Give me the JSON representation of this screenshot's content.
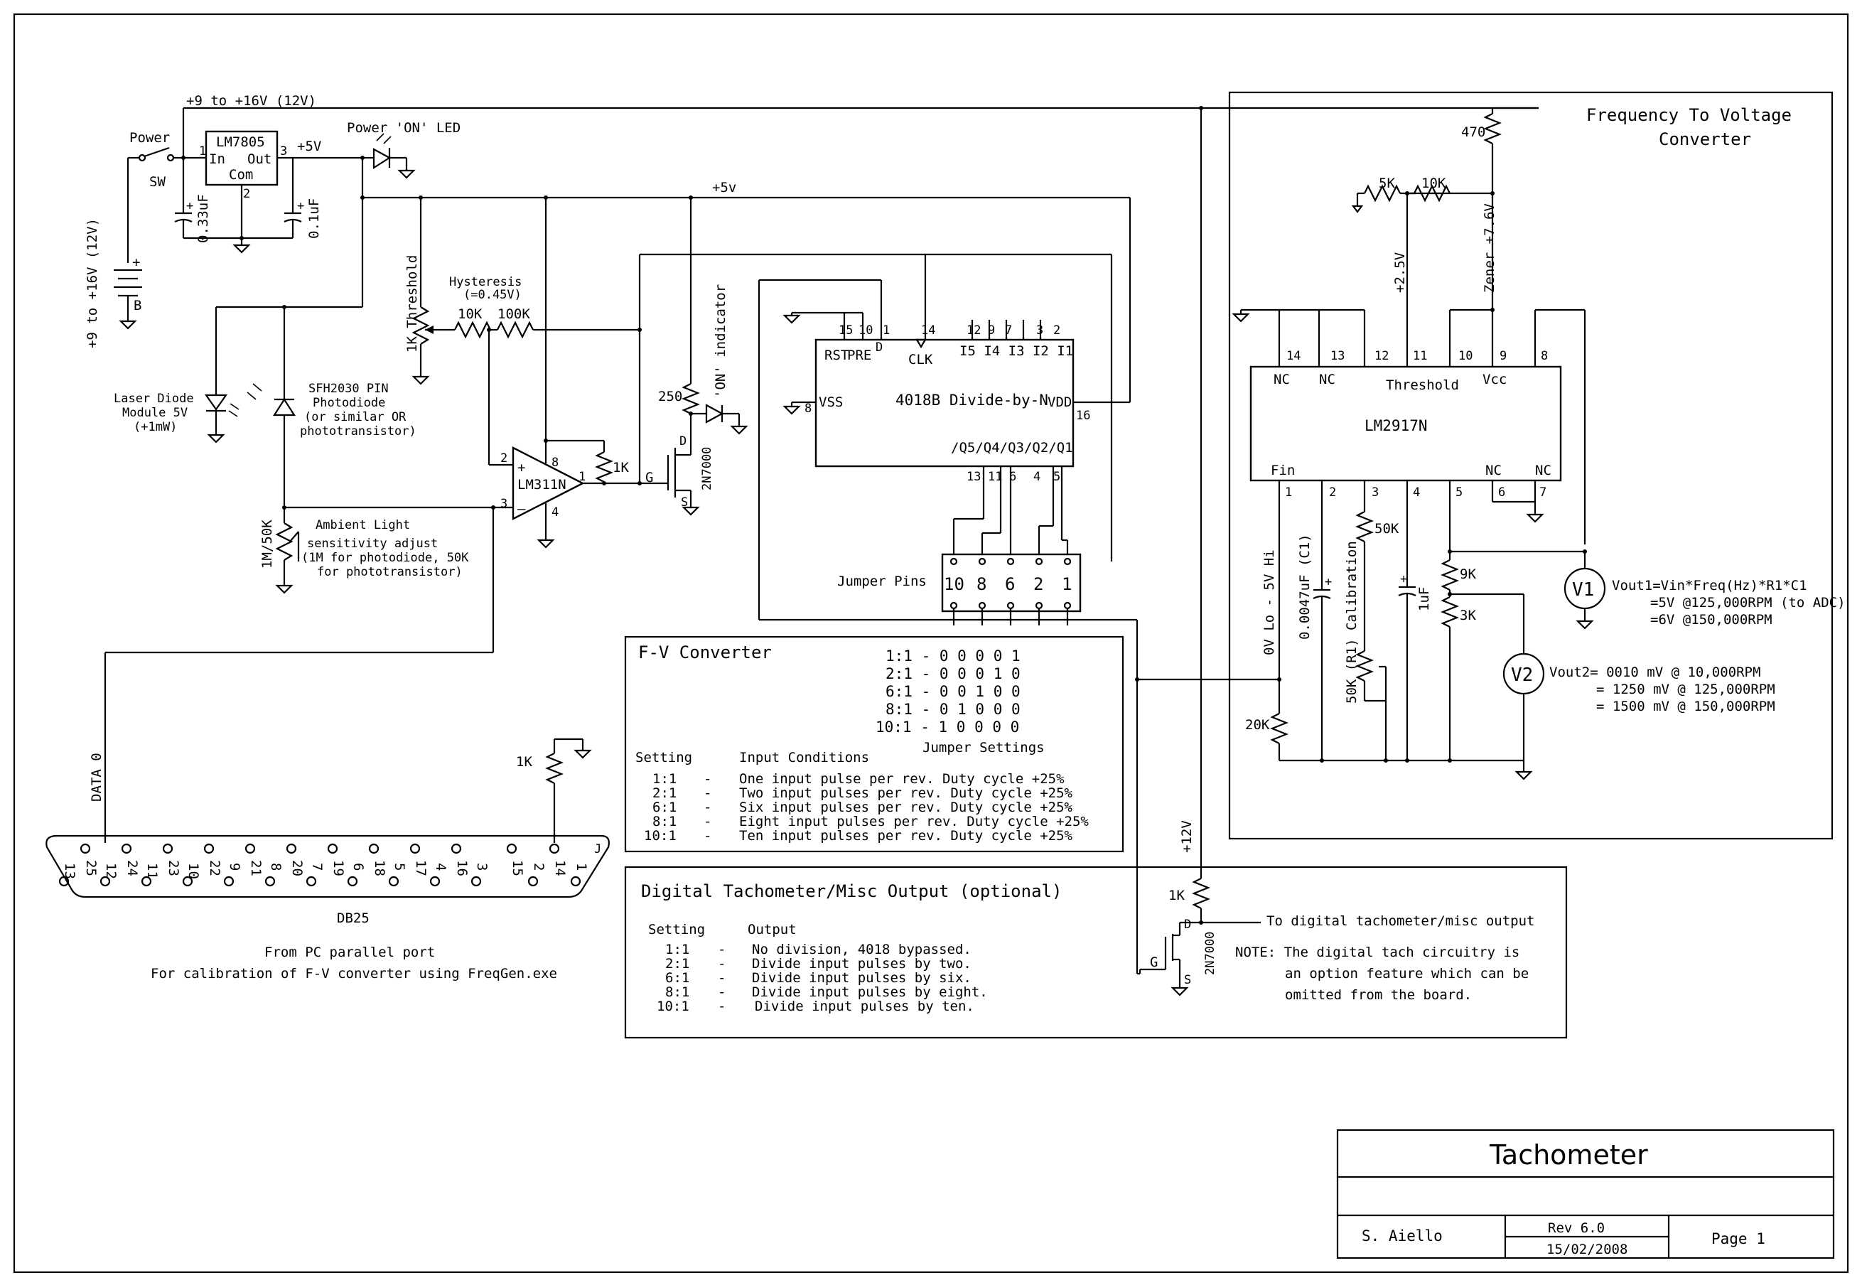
{
  "title_block": {
    "title": "Tachometer",
    "author": "S. Aiello",
    "rev": "Rev 6.0",
    "date": "15/02/2008",
    "page": "Page 1"
  },
  "power": {
    "supply_top": "+9 to +16V (12V)",
    "supply_battery": "+9 to +16V (12V)",
    "battery_ref": "B",
    "battery_plus": "+",
    "switch_label": "Power",
    "switch_ref": "SW",
    "regulator": "LM7805",
    "reg_in": "In",
    "reg_out": "Out",
    "reg_com": "Com",
    "reg_pin1": "1",
    "reg_pin2": "2",
    "reg_pin3": "3",
    "plus5v": "+5V",
    "cap1": "0.33uF",
    "cap2": "0.1uF",
    "cap_plus": "+",
    "power_led": "Power 'ON' LED",
    "rail_5v": "+5v"
  },
  "sensor": {
    "laser": [
      "Laser Diode",
      "Module 5V",
      "(+1mW)"
    ],
    "photodiode": [
      "SFH2030 PIN",
      "Photodiode",
      "(or similar OR",
      "phototransistor)"
    ],
    "pot_ambient": "1M/50K",
    "ambient": [
      "Ambient Light",
      "sensitivity adjust",
      "(1M for photodiode, 50K",
      "for phototransistor)"
    ],
    "threshold": "1K Threshold",
    "hysteresis": "Hysteresis",
    "hysteresis_val": "(=0.45V)",
    "r10k": "10K",
    "r100k": "100K",
    "comparator": "LM311N",
    "pin2": "2",
    "pin3": "3",
    "pin8": "8",
    "pin1": "1",
    "pin4": "4",
    "plus": "+",
    "minus": "–",
    "r1k": "1K",
    "gate": "G",
    "drain": "D",
    "source": "S",
    "fet": "2N7000",
    "r250": "250",
    "on_indicator": "'ON' indicator"
  },
  "divider": {
    "ic": "4018B Divide-by-N",
    "rst": "RST",
    "pre": "PRE",
    "d": "D",
    "clk": "CLK",
    "vss": "VSS",
    "vdd": "VDD",
    "inputs": "I5 I4 I3 I2 I1",
    "outputs": "/Q5/Q4/Q3/Q2/Q1",
    "top_pins": [
      "15",
      "10",
      "1",
      "14",
      "12",
      "9",
      "7",
      "3",
      "2"
    ],
    "pin8": "8",
    "pin16": "16",
    "bottom_pins": [
      "13",
      "11",
      "6",
      "4",
      "5"
    ],
    "jumper_label": "Jumper Pins",
    "jumper_nums": [
      "10",
      "8",
      "6",
      "2",
      "1"
    ]
  },
  "fv_table": {
    "title": "F-V Converter",
    "ratios": [
      "1:1 - 0  0  0  0  1",
      "2:1 - 0  0  0  1  0",
      "6:1 - 0  0  1  0  0",
      "8:1 - 0  1  0  0  0",
      "10:1 - 1  0  0  0  0"
    ],
    "jumper_settings": "Jumper Settings",
    "col_setting": "Setting",
    "col_input": "Input Conditions",
    "rows": [
      {
        "s": "1:1",
        "d": "-",
        "t": "One input pulse per rev. Duty cycle +25%"
      },
      {
        "s": "2:1",
        "d": "-",
        "t": "Two input pulses per rev. Duty cycle +25%"
      },
      {
        "s": "6:1",
        "d": "-",
        "t": "Six input pulses per rev. Duty cycle +25%"
      },
      {
        "s": "8:1",
        "d": "-",
        "t": "Eight input pulses per rev. Duty cycle +25%"
      },
      {
        "s": "10:1",
        "d": "-",
        "t": "Ten input pulses per rev. Duty cycle +25%"
      }
    ]
  },
  "digital_table": {
    "title": "Digital Tachometer/Misc Output (optional)",
    "col_setting": "Setting",
    "col_output": "Output",
    "rows": [
      {
        "s": "1:1",
        "d": "-",
        "t": "No division, 4018 bypassed."
      },
      {
        "s": "2:1",
        "d": "-",
        "t": "Divide input pulses by two."
      },
      {
        "s": "6:1",
        "d": "-",
        "t": "Divide input pulses by six."
      },
      {
        "s": "8:1",
        "d": "-",
        "t": "Divide input pulses by eight."
      },
      {
        "s": "10:1",
        "d": "-",
        "t": "Divide input pulses by ten."
      }
    ],
    "v12": "+12V",
    "r1k": "1K",
    "fet": "2N7000",
    "g": "G",
    "d": "D",
    "s": "S",
    "output_note": "To digital tachometer/misc output",
    "note": [
      "NOTE: The digital tach circuitry is",
      "an option feature which can be",
      "omitted from the board."
    ]
  },
  "fv": {
    "title": [
      "Frequency To Voltage",
      "Converter"
    ],
    "r470": "470",
    "r5k": "5K",
    "r10k": "10K",
    "v25": "+2.5V",
    "zener": "Zener +7.6V",
    "ic": "LM2917N",
    "top_pins": [
      "14",
      "13",
      "12",
      "11",
      "10",
      "9",
      "8"
    ],
    "bottom_pins": [
      "1",
      "2",
      "3",
      "4",
      "5",
      "6",
      "7"
    ],
    "nc": "NC",
    "threshold": "Threshold",
    "vcc": "Vcc",
    "fin": "Fin",
    "vin_range": "0V Lo - 5V Hi",
    "c1": "0.0047uF (C1)",
    "r50k": "50K",
    "calib": "50K (R1) Calibration",
    "c1uf": "1uF",
    "r9k": "9K",
    "r3k": "3K",
    "r20k": "20K",
    "v1": "V1",
    "v2": "V2",
    "vout1": [
      "Vout1=Vin*Freq(Hz)*R1*C1",
      "=5V @125,000RPM (to ADC)",
      "=6V @150,000RPM"
    ],
    "vout2": [
      "Vout2= 0010 mV @ 10,000RPM",
      "= 1250 mV @ 125,000RPM",
      "= 1500 mV @ 150,000RPM"
    ]
  },
  "db25": {
    "data0": "DATA 0",
    "r1k": "1K",
    "label": "DB25",
    "j": "J",
    "top_pins": [
      "25",
      "24",
      "23",
      "22",
      "21",
      "20",
      "19",
      "18",
      "17",
      "16",
      "15",
      "14"
    ],
    "bottom_pins": [
      "13",
      "12",
      "11",
      "10",
      "9",
      "8",
      "7",
      "6",
      "5",
      "4",
      "3",
      "2",
      "1"
    ],
    "note": [
      "From PC parallel port",
      "For calibration of F-V converter using FreqGen.exe"
    ]
  }
}
